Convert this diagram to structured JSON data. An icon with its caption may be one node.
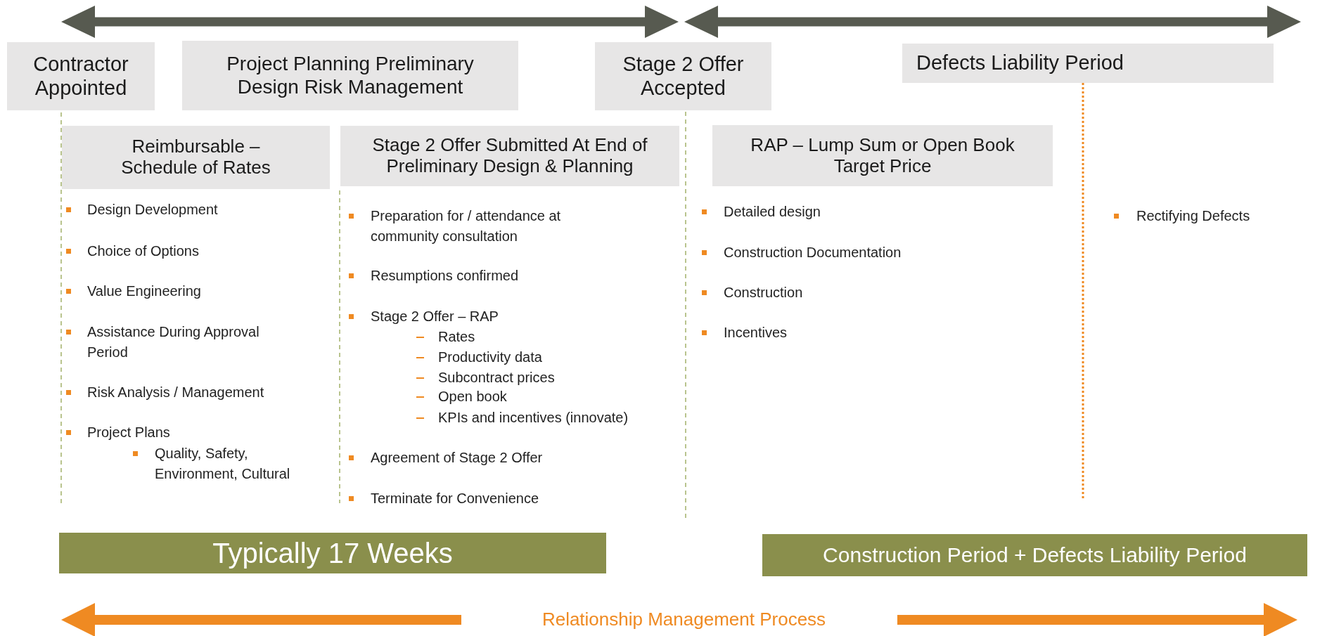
{
  "diagram": {
    "nodes": [
      {
        "text": [
          "Contractor Appointed"
        ]
      },
      {
        "text": [
          "Project Planning Preliminary Design Risk Management"
        ]
      },
      {
        "text": [
          "Stage 2 Offer Accepted"
        ]
      },
      {
        "text": [
          "Defects Liability Period"
        ]
      },
      {
        "text": [
          "Reimbursable – Schedule of Rates"
        ]
      },
      {
        "text": [
          "Stage 2 Offer Submitted At End of Preliminary Design & Planning"
        ]
      },
      {
        "text": [
          "RAP – Lump Sum or Open Book Target Price"
        ]
      },
      {
        "text": [
          "Typically 17 Weeks"
        ]
      },
      {
        "text": [
          "Construction Period + Defects Liability Period"
        ]
      }
    ],
    "labels": [
      "Design Development",
      "Choice of Options",
      "Value Engineering",
      "Assistance During Approval Period",
      "Risk Analysis / Management",
      "Project Plans",
      "Quality, Safety, Environment, Cultural",
      "Preparation for / attendance at community consultation",
      "Resumptions confirmed",
      "Stage 2 Offer – RAP",
      "Rates",
      "Productivity data",
      "Subcontract prices",
      "Open book",
      "KPIs and incentives (innovate)",
      "Agreement of Stage 2 Offer",
      "Terminate for Convenience",
      "Detailed design",
      "Construction Documentation",
      "Construction",
      "Incentives",
      "Rectifying Defects",
      "Relationship Management Process"
    ]
  }
}
